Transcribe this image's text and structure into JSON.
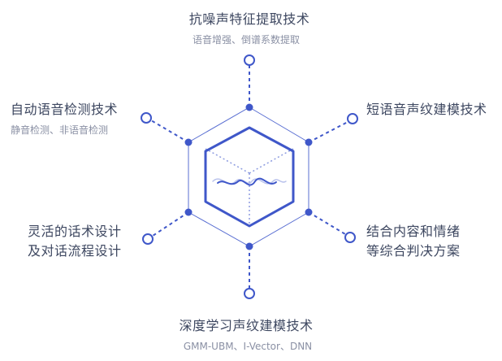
{
  "colors": {
    "accent": "#3f57c9",
    "accent_light": "#8d9ce0",
    "outline": "#5a6fd2",
    "title_text": "#3d4760",
    "subtitle_text": "#8a90a4"
  },
  "center_graphic": {
    "icon": "sound-wave-icon"
  },
  "nodes": {
    "top": {
      "title": "抗噪声特征提取技术",
      "subtitle": "语音增强、倒谱系数提取"
    },
    "upper_left": {
      "title": "自动语音检测技术",
      "subtitle": "静音检测、非语音检测"
    },
    "upper_right": {
      "title": "短语音声纹建模技术"
    },
    "lower_left": {
      "line1": "灵活的话术设计",
      "line2": "及对话流程设计"
    },
    "lower_right": {
      "line1": "结合内容和情绪",
      "line2": "等综合判决方案"
    },
    "bottom": {
      "title": "深度学习声纹建模技术",
      "subtitle": "GMM-UBM、I-Vector、DNN"
    }
  }
}
